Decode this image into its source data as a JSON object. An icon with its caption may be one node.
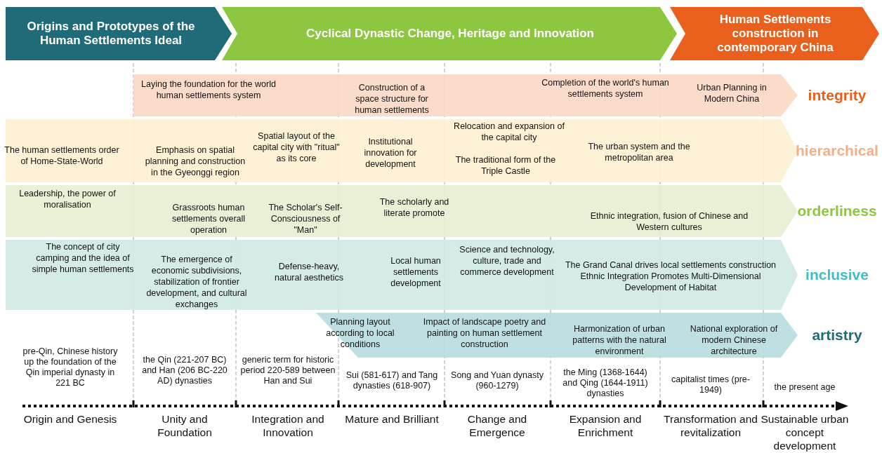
{
  "diagram": {
    "nodes": [
      {
        "text": [
          "Origins and Prototypes of the Human Settlements Ideal"
        ]
      },
      {
        "text": [
          "Cyclical Dynastic Change, Heritage and Innovation"
        ]
      },
      {
        "text": [
          "Human Settlements construction in contemporary China"
        ]
      },
      {
        "text": [
          "Laying the foundation for the world human settlements system",
          "Construction of a space structure for human settlements",
          "Completion of the world's human settlements system",
          "Urban Planning in Modern China"
        ],
        "beside": [
          "integrity"
        ]
      },
      {
        "text": [
          "The human settlements order of Home-State-World",
          "Emphasis on spatial planning and construction in the Gyeonggi region",
          "Spatial layout of the capital city with \"ritual\" as its core",
          "Institutional innovation for development",
          "Relocation and expansion of the capital city",
          "The traditional form of the Triple Castle",
          "The urban system and the metropolitan area"
        ],
        "beside": [
          "hierarchical"
        ]
      },
      {
        "text": [
          "Leadership, the power of moralisation",
          "Grassroots human settlements overall operation",
          "The Scholar's Self-Consciousness of \"Man\"",
          "The scholarly and literate promote",
          "Ethnic integration, fusion of Chinese and Western cultures"
        ],
        "beside": [
          "orderliness"
        ]
      },
      {
        "text": [
          "The concept of city camping and the idea of simple human settlements",
          "The emergence of economic subdivisions, stabilization of frontier development, and cultural exchanges",
          "Defense-heavy, natural aesthetics",
          "Local human settlements development",
          "Science and technology, culture, trade and commerce development",
          "The Grand Canal drives local settlements construction",
          "Ethnic Integration Promotes Multi-Dimensional Development of Habitat"
        ],
        "beside": [
          "inclusive"
        ]
      },
      {
        "text": [
          "Planning layout according to local conditions",
          "Impact of landscape poetry and painting on human settlement construction",
          "Harmonization of urban patterns with the natural environment",
          "National exploration of modern Chinese architecture"
        ],
        "beside": [
          "artistry"
        ]
      }
    ],
    "labels": [
      "pre-Qin, Chinese history up the foundation of the Qin imperial dynasty in 221 BC",
      "the Qin (221-207 BC) and Han (206 BC-220 AD) dynasties",
      "generic term for historic period 220-589 between Han and Sui",
      "Sui (581-617) and Tang dynasties (618-907)",
      "Song and Yuan dynasty (960-1279)",
      "the Ming (1368-1644) and Qing (1644-1911) dynasties",
      "capitalist times (pre-1949)",
      "the present age",
      "Origin and Genesis",
      "Unity and Foundation",
      "Integration and Innovation",
      "Mature and Brilliant",
      "Change and Emergence",
      "Expansion and Enrichment",
      "Transformation and revitalization",
      "Sustainable urban concept development"
    ]
  }
}
